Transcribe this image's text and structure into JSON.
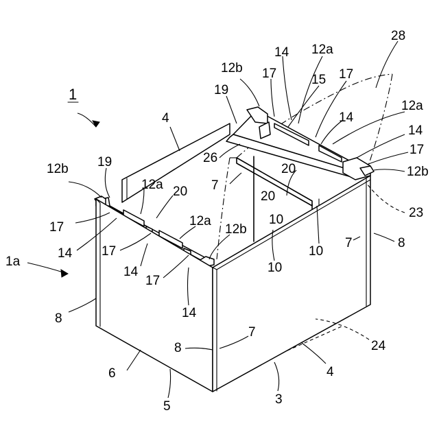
{
  "figure": {
    "labels": {
      "l_1": "1",
      "l_1a": "1a",
      "l_3": "3",
      "l_4_top": "4",
      "l_4_front": "4",
      "l_5": "5",
      "l_6": "6",
      "l_7_mid": "7",
      "l_7_right": "7",
      "l_7_front": "7",
      "l_8_left": "8",
      "l_8_front": "8",
      "l_8_right": "8",
      "l_10_center": "10",
      "l_10_lower": "10",
      "l_10_right": "10",
      "l_12a_left1": "12a",
      "l_12a_left2": "12a",
      "l_12a_top": "12a",
      "l_12a_right": "12a",
      "l_12b_left": "12b",
      "l_12b_front": "12b",
      "l_12b_top": "12b",
      "l_12b_right": "12b",
      "l_14_left": "14",
      "l_14_mid": "14",
      "l_14_front": "14",
      "l_14_top": "14",
      "l_14_r1": "14",
      "l_14_r2": "14",
      "l_15": "15",
      "l_17_left": "17",
      "l_17_mid": "17",
      "l_17_front": "17",
      "l_17_top": "17",
      "l_17_top2": "17",
      "l_17_right": "17",
      "l_19_left": "19",
      "l_19_top": "19",
      "l_20_left": "20",
      "l_20_center": "20",
      "l_20_top": "20",
      "l_23": "23",
      "l_24": "24",
      "l_26": "26",
      "l_28": "28"
    }
  }
}
